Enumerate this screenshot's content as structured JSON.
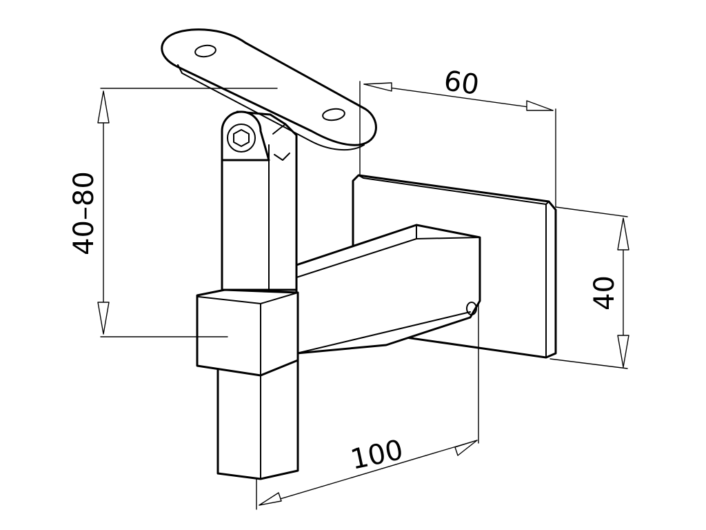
{
  "dimensions": {
    "dim_60": "60",
    "dim_40_80": "40–80",
    "dim_40": "40",
    "dim_100": "100"
  },
  "colors": {
    "line": "#000000",
    "background": "#ffffff"
  }
}
